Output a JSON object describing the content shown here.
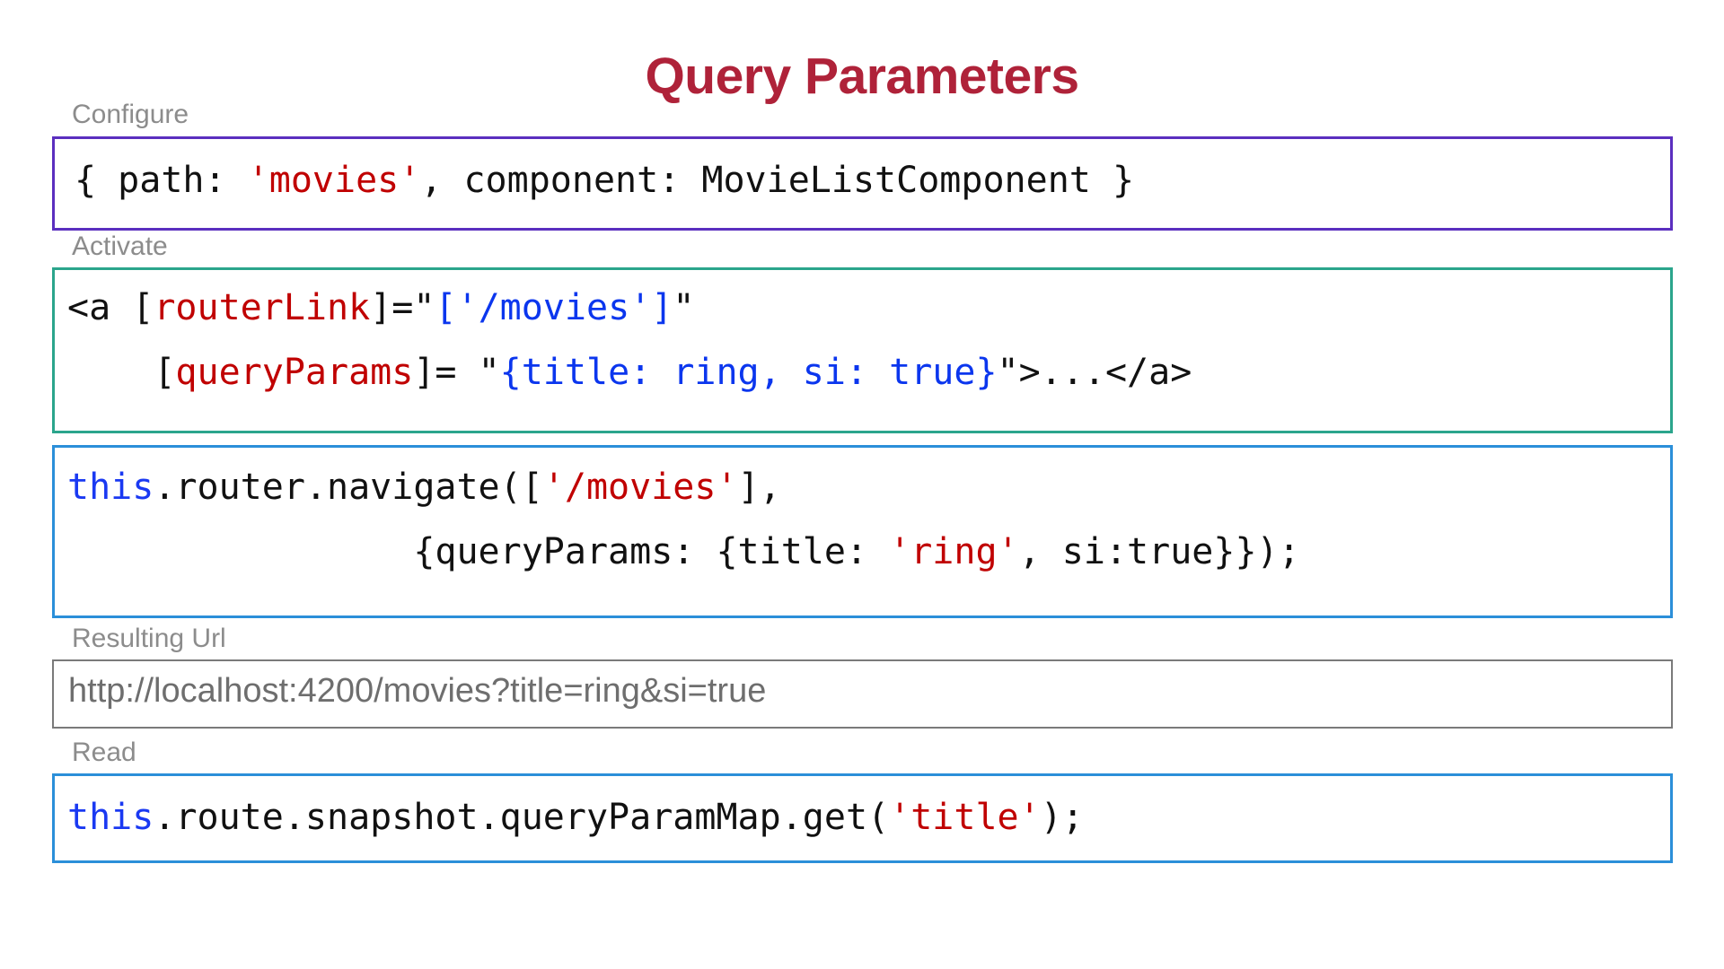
{
  "slide": {
    "title": "Query Parameters",
    "title_color": "#AF2239",
    "background": "#ffffff"
  },
  "captions": {
    "configure": "Configure",
    "activate": "Activate",
    "resulting_url": "Resulting Url",
    "read": "Read",
    "color": "#8C8C8C"
  },
  "boxes": {
    "configure": {
      "border_color": "#5B2FBF",
      "lines": [
        [
          {
            "t": "{ path: ",
            "c": "plain"
          },
          {
            "t": "'movies'",
            "c": "red"
          },
          {
            "t": ", component: MovieListComponent }",
            "c": "plain"
          }
        ]
      ]
    },
    "activate": {
      "border_color": "#2BA58C",
      "lines": [
        [
          {
            "t": "<a [",
            "c": "plain"
          },
          {
            "t": "routerLink",
            "c": "red"
          },
          {
            "t": "]=\"",
            "c": "plain"
          },
          {
            "t": "['/movies']",
            "c": "blue"
          },
          {
            "t": "\"",
            "c": "plain"
          }
        ],
        [
          {
            "t": "    [",
            "c": "plain"
          },
          {
            "t": "queryParams",
            "c": "red"
          },
          {
            "t": "]= \"",
            "c": "plain"
          },
          {
            "t": "{title: ring, si: true}",
            "c": "blue"
          },
          {
            "t": "\">...</a>",
            "c": "plain"
          }
        ]
      ]
    },
    "navigate": {
      "border_color": "#2B8FD9",
      "lines": [
        [
          {
            "t": "this",
            "c": "kw"
          },
          {
            "t": ".router.navigate([",
            "c": "plain"
          },
          {
            "t": "'/movies'",
            "c": "red"
          },
          {
            "t": "],",
            "c": "plain"
          }
        ],
        [
          {
            "t": "                {queryParams: {title: ",
            "c": "plain"
          },
          {
            "t": "'ring'",
            "c": "red"
          },
          {
            "t": ", si:true}});",
            "c": "plain"
          }
        ]
      ]
    },
    "resulting_url": {
      "border_color": "#7A7A7A",
      "text": "http://localhost:4200/movies?title=ring&si=true",
      "text_color": "#6E6E6E"
    },
    "read": {
      "border_color": "#2B8FD9",
      "lines": [
        [
          {
            "t": "this",
            "c": "kw"
          },
          {
            "t": ".route.snapshot.queryParamMap.get(",
            "c": "plain"
          },
          {
            "t": "'title'",
            "c": "red"
          },
          {
            "t": ");",
            "c": "plain"
          }
        ]
      ]
    }
  },
  "syntax_colors": {
    "plain": "#111111",
    "red": "#C00000",
    "blue": "#0B36EE",
    "kw": "#1A39F2"
  }
}
